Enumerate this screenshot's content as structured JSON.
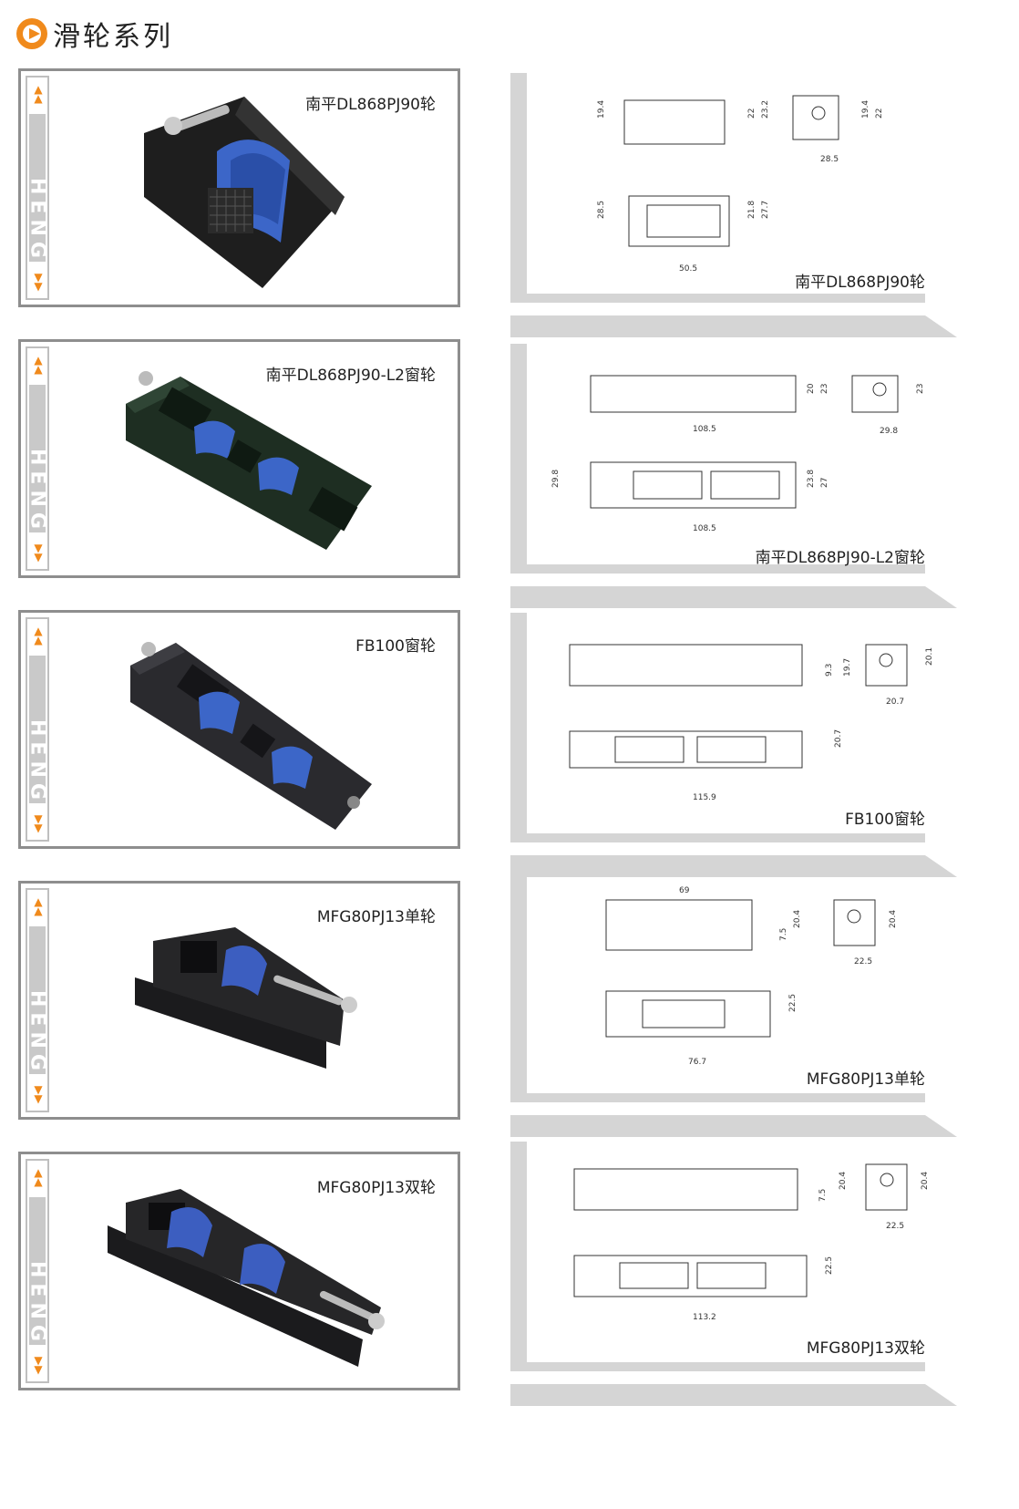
{
  "header": {
    "title": "滑轮系列",
    "logo_icon": "play-circle-icon",
    "accent": "#f08a1c"
  },
  "brand": "HENGYU",
  "products": [
    {
      "label": "南平DL868PJ90轮",
      "drawing_label": "南平DL868PJ90轮",
      "dims": [
        "19.4",
        "22",
        "23.2",
        "19.4",
        "22",
        "28.5",
        "28.5",
        "21.8",
        "27.7",
        "50.5"
      ]
    },
    {
      "label": "南平DL868PJ90-L2窗轮",
      "drawing_label": "南平DL868PJ90-L2窗轮",
      "dims": [
        "20",
        "23",
        "108.5",
        "23",
        "29.8",
        "29.8",
        "23.8",
        "27",
        "108.5"
      ]
    },
    {
      "label": "FB100窗轮",
      "drawing_label": "FB100窗轮",
      "dims": [
        "9.3",
        "19.7",
        "20.1",
        "20.7",
        "20.7",
        "115.9"
      ]
    },
    {
      "label": "MFG80PJ13单轮",
      "drawing_label": "MFG80PJ13单轮",
      "dims": [
        "69",
        "7.5",
        "20.4",
        "20.4",
        "22.5",
        "22.5",
        "76.7"
      ]
    },
    {
      "label": "MFG80PJ13双轮",
      "drawing_label": "MFG80PJ13双轮",
      "dims": [
        "7.5",
        "20.4",
        "20.4",
        "22.5",
        "22.5",
        "113.2"
      ]
    }
  ]
}
